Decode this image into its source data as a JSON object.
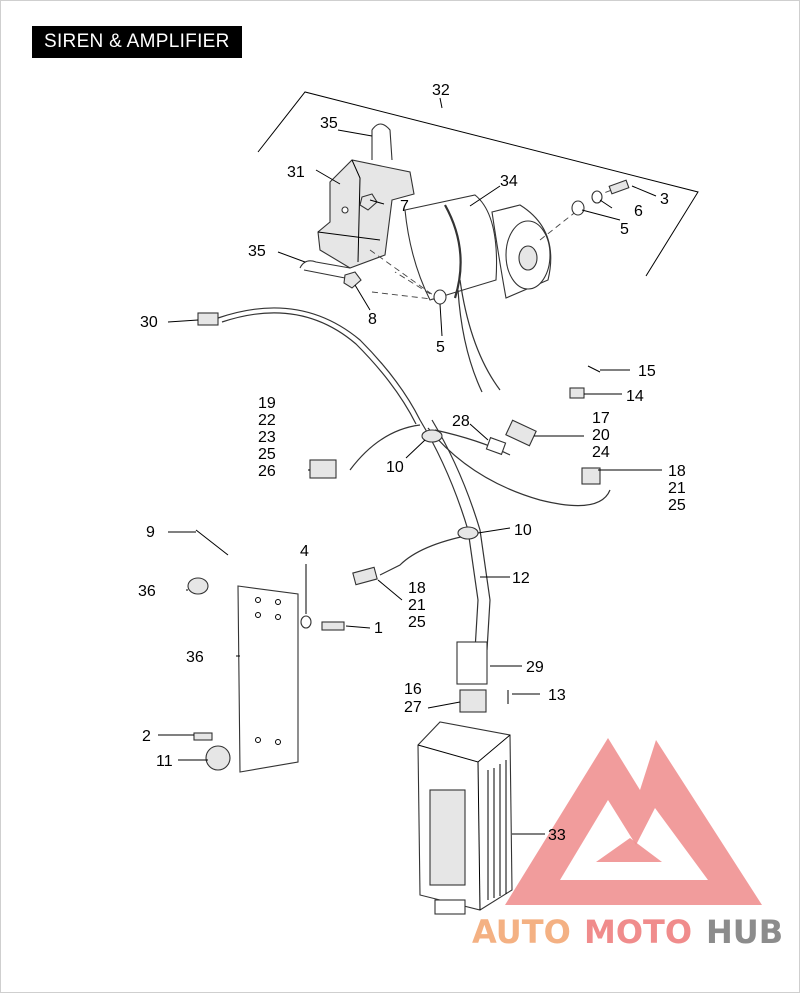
{
  "header": {
    "title": "SIREN & AMPLIFIER"
  },
  "callouts": [
    "32",
    "35",
    "31",
    "34",
    "3",
    "7",
    "6",
    "5",
    "35",
    "8",
    "5",
    "30",
    "15",
    "14",
    "19",
    "22",
    "23",
    "25",
    "26",
    "28",
    "17",
    "20",
    "24",
    "10",
    "18",
    "21",
    "25",
    "9",
    "10",
    "4",
    "12",
    "36",
    "18",
    "21",
    "25",
    "1",
    "36",
    "29",
    "16",
    "27",
    "13",
    "2",
    "11",
    "33"
  ],
  "watermark": {
    "part1": "AUTO",
    "part2": "MOTO",
    "part3": "HUB",
    "color_primary": "#f08c8c",
    "color_secondary": "#f4b183",
    "color_tertiary": "#8c8c8c"
  }
}
